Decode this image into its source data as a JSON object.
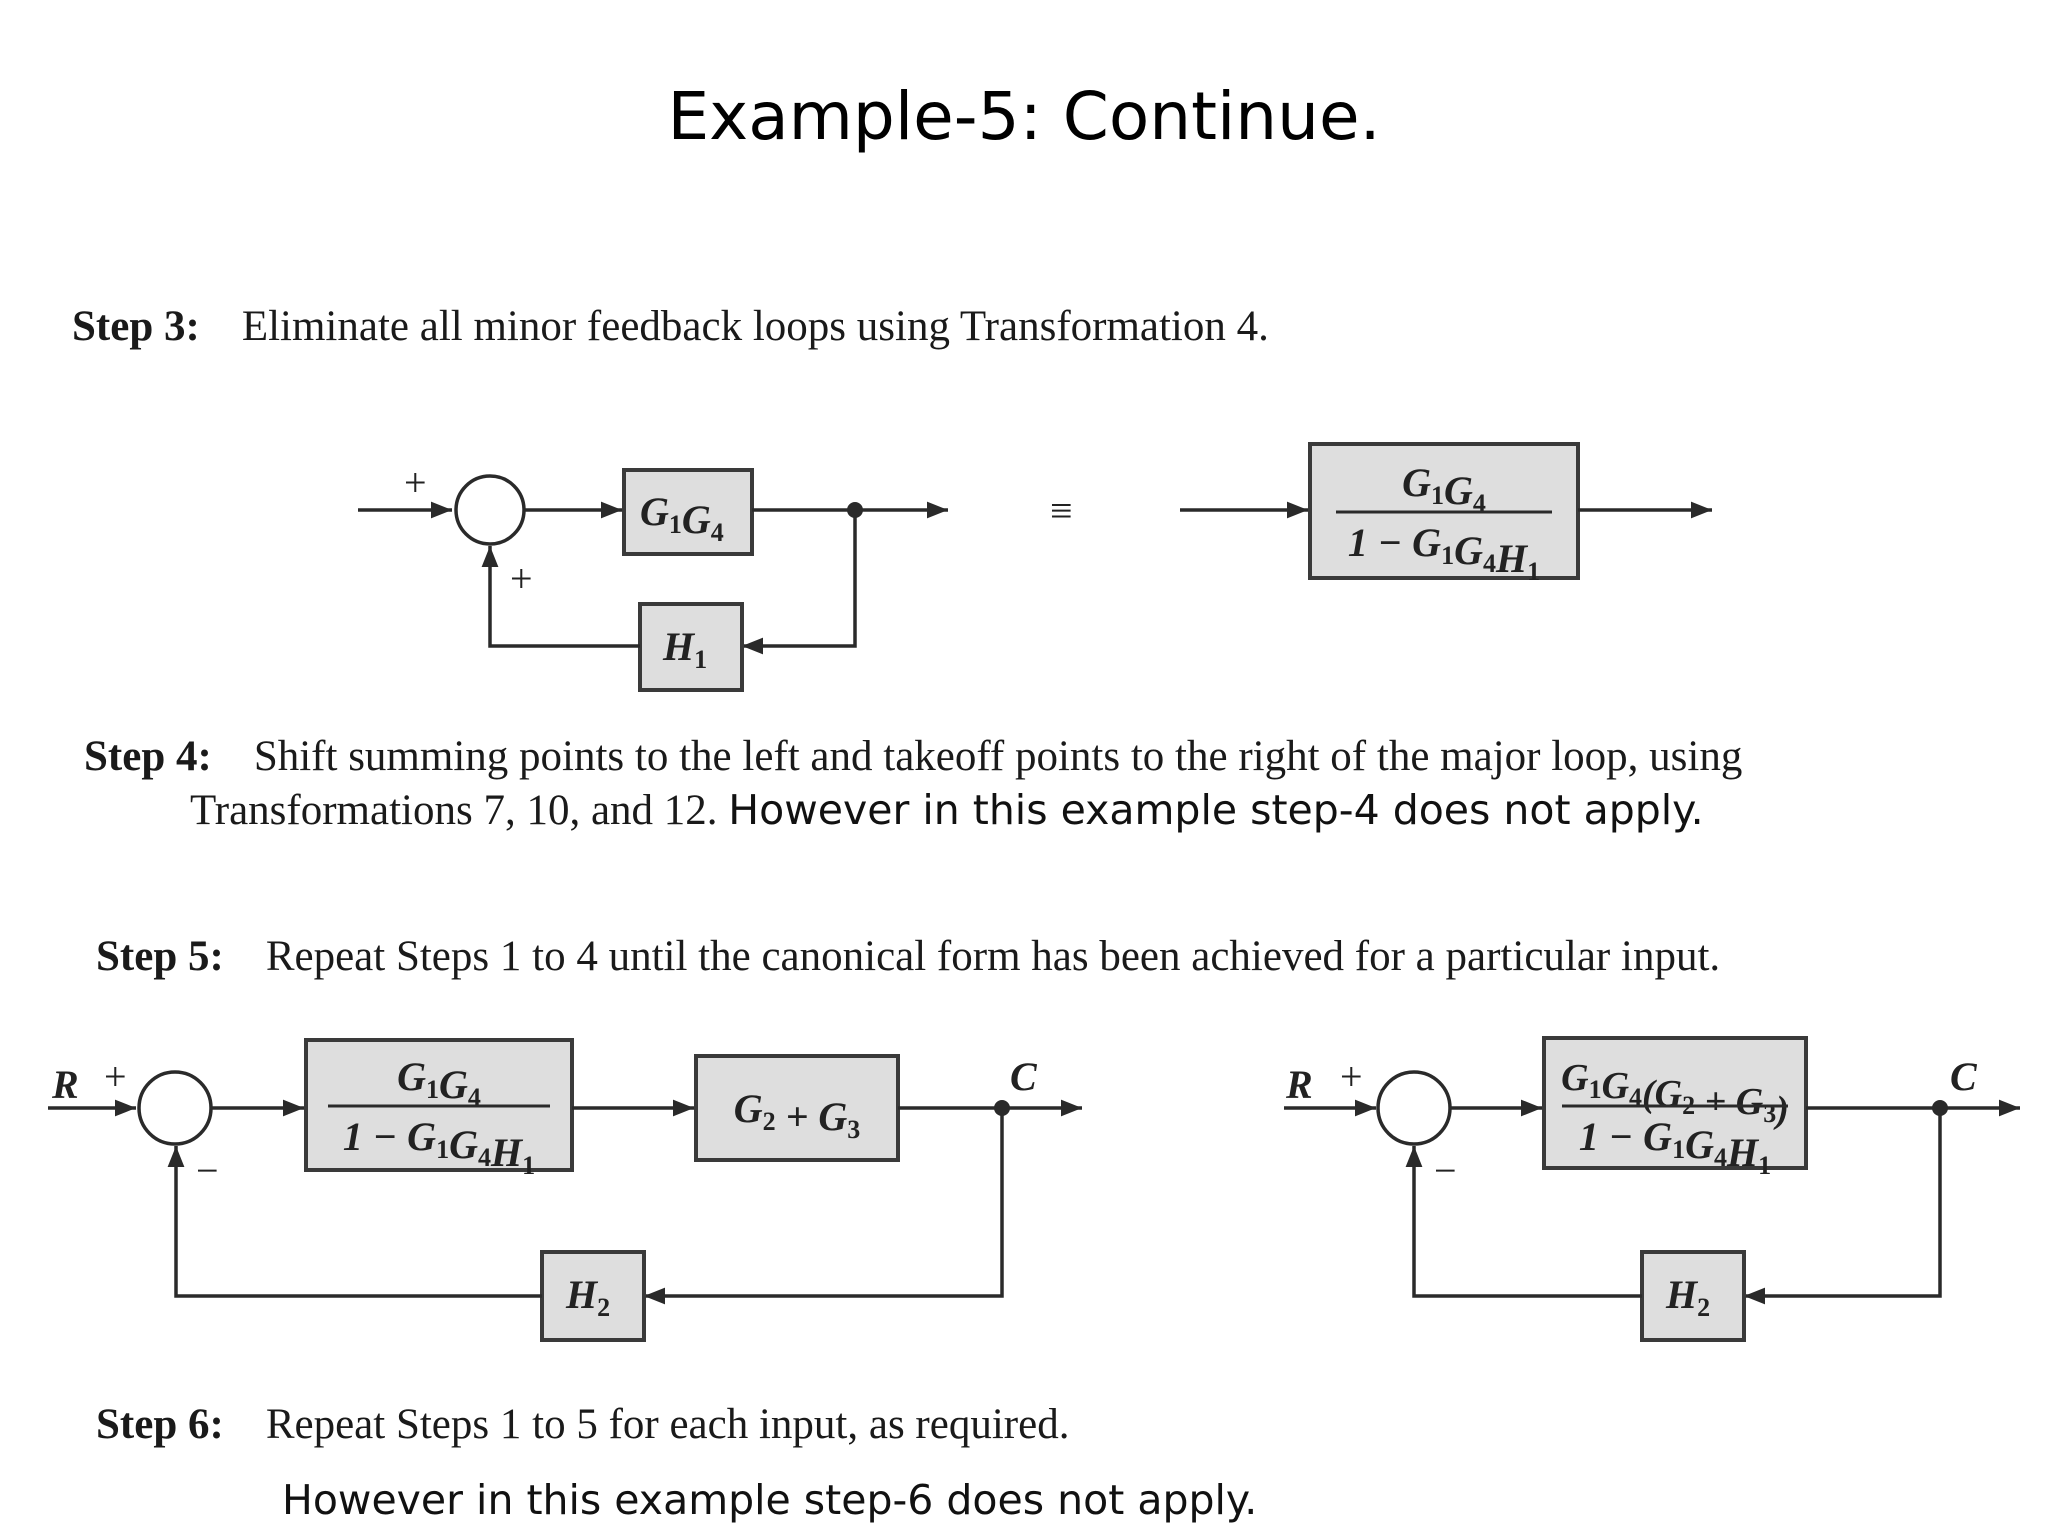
{
  "title": "Example-5: Continue.",
  "step3": {
    "label": "Step 3:",
    "text": "Eliminate all minor feedback loops using Transformation 4."
  },
  "step4": {
    "label": "Step 4:",
    "text_line1": "Shift summing points to the left and takeoff points to the right of the major loop, using",
    "text_line2": "Transformations 7, 10, and 12.",
    "note": "However in this example step-4 does not apply."
  },
  "step5": {
    "label": "Step 5:",
    "text": "Repeat Steps 1 to 4 until the canonical form has been achieved for a particular input."
  },
  "step6": {
    "label": "Step 6:",
    "text": "Repeat Steps 1 to 5 for each input, as required.",
    "note": "However in this example step-6 does not apply."
  },
  "diagram": {
    "equiv_symbol": "≡",
    "plus_sign": "+",
    "minus_sign": "−",
    "signal_input": "R",
    "signal_output": "C",
    "one_minus": "1 − ",
    "blocks": {
      "G1G4": "G1G4",
      "H1": "H1",
      "G1G4_over_1_minus_G1G4H1": {
        "num": "G1G4",
        "den": "1 − G1G4H1"
      },
      "G2_plus_G3": "G2 + G3",
      "H2": "H2",
      "final": {
        "num": "G1G4(G2 + G3)",
        "den": "1 − G1G4H1"
      }
    }
  },
  "colors": {
    "block_fill": "#dedede",
    "block_stroke": "#3a3a3a",
    "line": "#2a2a2a"
  }
}
